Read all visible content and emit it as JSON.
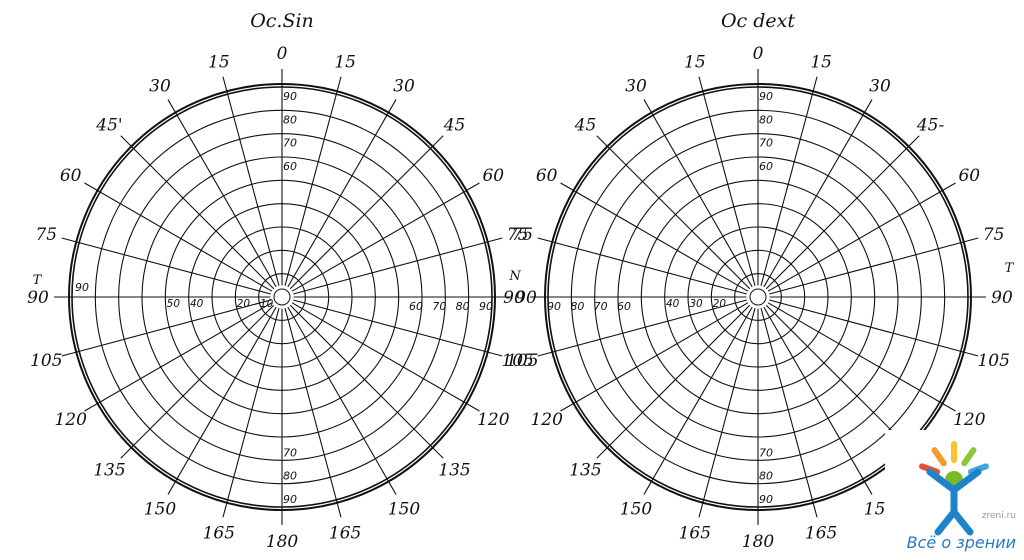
{
  "left_eye": {
    "title": "Oc.Sin",
    "side_left": "T",
    "side_right": "N",
    "meridian_labels": {
      "0": "0",
      "15": "15",
      "30": "30",
      "45": "45",
      "60": "60",
      "75": "75",
      "90": "90",
      "105": "105",
      "120": "120",
      "135": "135",
      "150": "150",
      "165": "165",
      "180": "180",
      "195": "165",
      "210": "150",
      "225": "135",
      "240": "120",
      "255": "105",
      "270": "90",
      "285": "75",
      "300": "60",
      "315": "45'",
      "330": "30",
      "345": "15"
    },
    "ring_labels": {
      "top": [
        "60",
        "70",
        "80",
        "90"
      ],
      "bottom": [
        "70",
        "80",
        "90"
      ],
      "right": [
        "60",
        "70",
        "80",
        "90"
      ],
      "left_edge": "90",
      "inner": [
        "10",
        "20",
        "40",
        "50"
      ]
    }
  },
  "right_eye": {
    "title": "Oc dext",
    "side_right": "T",
    "meridian_labels": {
      "0": "0",
      "15": "15",
      "30": "30",
      "45": "45-",
      "60": "60",
      "75": "75",
      "90": "90",
      "105": "105",
      "120": "120",
      "135": "135",
      "150": "150",
      "165": "165",
      "180": "180",
      "195": "165",
      "210": "150",
      "225": "135",
      "240": "120",
      "255": "105",
      "270": "90",
      "285": "75",
      "300": "60",
      "315": "45",
      "330": "30",
      "345": "15"
    },
    "ring_labels": {
      "top": [
        "60",
        "70",
        "80",
        "90"
      ],
      "bottom": [
        "70",
        "80",
        "90"
      ],
      "left": [
        "60",
        "70",
        "80",
        "90"
      ],
      "inner": [
        "20",
        "30",
        "40"
      ]
    }
  },
  "watermark": {
    "text": "Всё о зрении",
    "url": "zreni.ru",
    "ray_colors": [
      "#e94e3a",
      "#f39a2b",
      "#f7c52b",
      "#8cc63f",
      "#3fa9d8"
    ]
  }
}
